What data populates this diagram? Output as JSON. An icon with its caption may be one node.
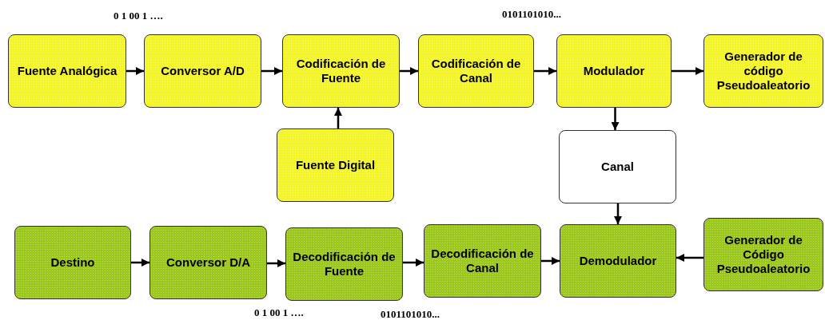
{
  "diagram": {
    "nodes": [
      {
        "text": [
          "Fuente Analógica"
        ]
      },
      {
        "text": [
          "Conversor A/D"
        ]
      },
      {
        "text": [
          "Codificación de Fuente"
        ]
      },
      {
        "text": [
          "Codificación de Canal"
        ]
      },
      {
        "text": [
          "Modulador"
        ]
      },
      {
        "text": [
          "Generador de código Pseudoaleatorio"
        ]
      },
      {
        "text": [
          "Fuente Digital"
        ]
      },
      {
        "text": [
          "Canal"
        ]
      },
      {
        "text": [
          "Destino"
        ]
      },
      {
        "text": [
          "Conversor D/A"
        ]
      },
      {
        "text": [
          "Decodificación de Fuente"
        ]
      },
      {
        "text": [
          "Decodificación de Canal"
        ]
      },
      {
        "text": [
          "Demodulador"
        ]
      },
      {
        "text": [
          "Generador de Código Pseudoaleatorio"
        ]
      }
    ],
    "edges": [
      {
        "from": 0,
        "to": 1,
        "arrow": "to"
      },
      {
        "from": 1,
        "to": 2,
        "arrow": "to"
      },
      {
        "from": 2,
        "to": 3,
        "arrow": "to"
      },
      {
        "from": 3,
        "to": 4,
        "arrow": "to"
      },
      {
        "from": 4,
        "to": 5,
        "arrow": "to"
      },
      {
        "from": 6,
        "to": 2,
        "arrow": "to"
      },
      {
        "from": 4,
        "to": 7,
        "arrow": "to"
      },
      {
        "from": 7,
        "to": 12,
        "arrow": "to"
      },
      {
        "from": 13,
        "to": 12,
        "arrow": "to"
      },
      {
        "from": 11,
        "to": 12,
        "arrow": "to"
      },
      {
        "from": 10,
        "to": 11,
        "arrow": "to"
      },
      {
        "from": 9,
        "to": 10,
        "arrow": "to"
      },
      {
        "from": 8,
        "to": 9,
        "arrow": "to"
      }
    ],
    "labels": [
      "0 1 00 1 ….",
      "0101101010...",
      "0 1 00 1 ….",
      "0101101010..."
    ]
  }
}
